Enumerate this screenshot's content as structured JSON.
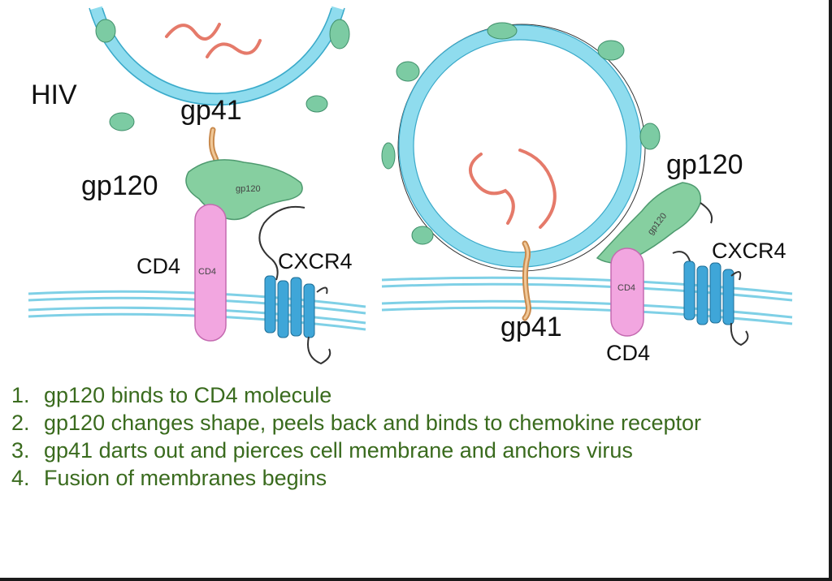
{
  "labels": {
    "hiv": "HIV",
    "left_gp41": "gp41",
    "left_gp120": "gp120",
    "left_gp120_inner": "gp120",
    "left_cd4": "CD4",
    "left_cd4_inner": "CD4",
    "left_cxcr4": "CXCR4",
    "right_gp120": "gp120",
    "right_gp120_inner": "gp120",
    "right_cxcr4": "CXCR4",
    "right_cd4_inner": "CD4",
    "right_gp41": "gp41",
    "right_cd4": "CD4"
  },
  "steps": [
    {
      "num": "1.",
      "text": "gp120 binds to CD4 molecule"
    },
    {
      "num": "2.",
      "text": "gp120 changes shape, peels back and binds to chemokine receptor"
    },
    {
      "num": "3.",
      "text": "gp41 darts out and pierces cell membrane and anchors virus"
    },
    {
      "num": "4.",
      "text": "Fusion of membranes begins"
    }
  ],
  "colors": {
    "envelope": "#8fdcee",
    "envelope_stroke": "#3aa9c9",
    "spike": "#7ccba3",
    "gp120": "#86cfa0",
    "cd4": "#f2a6e0",
    "cxcr4": "#3fa6d8",
    "rna": "#e57a6a",
    "gp41": "#e8b07a",
    "membrane": "#a6e0ee",
    "step_text": "#3a6b1e"
  }
}
